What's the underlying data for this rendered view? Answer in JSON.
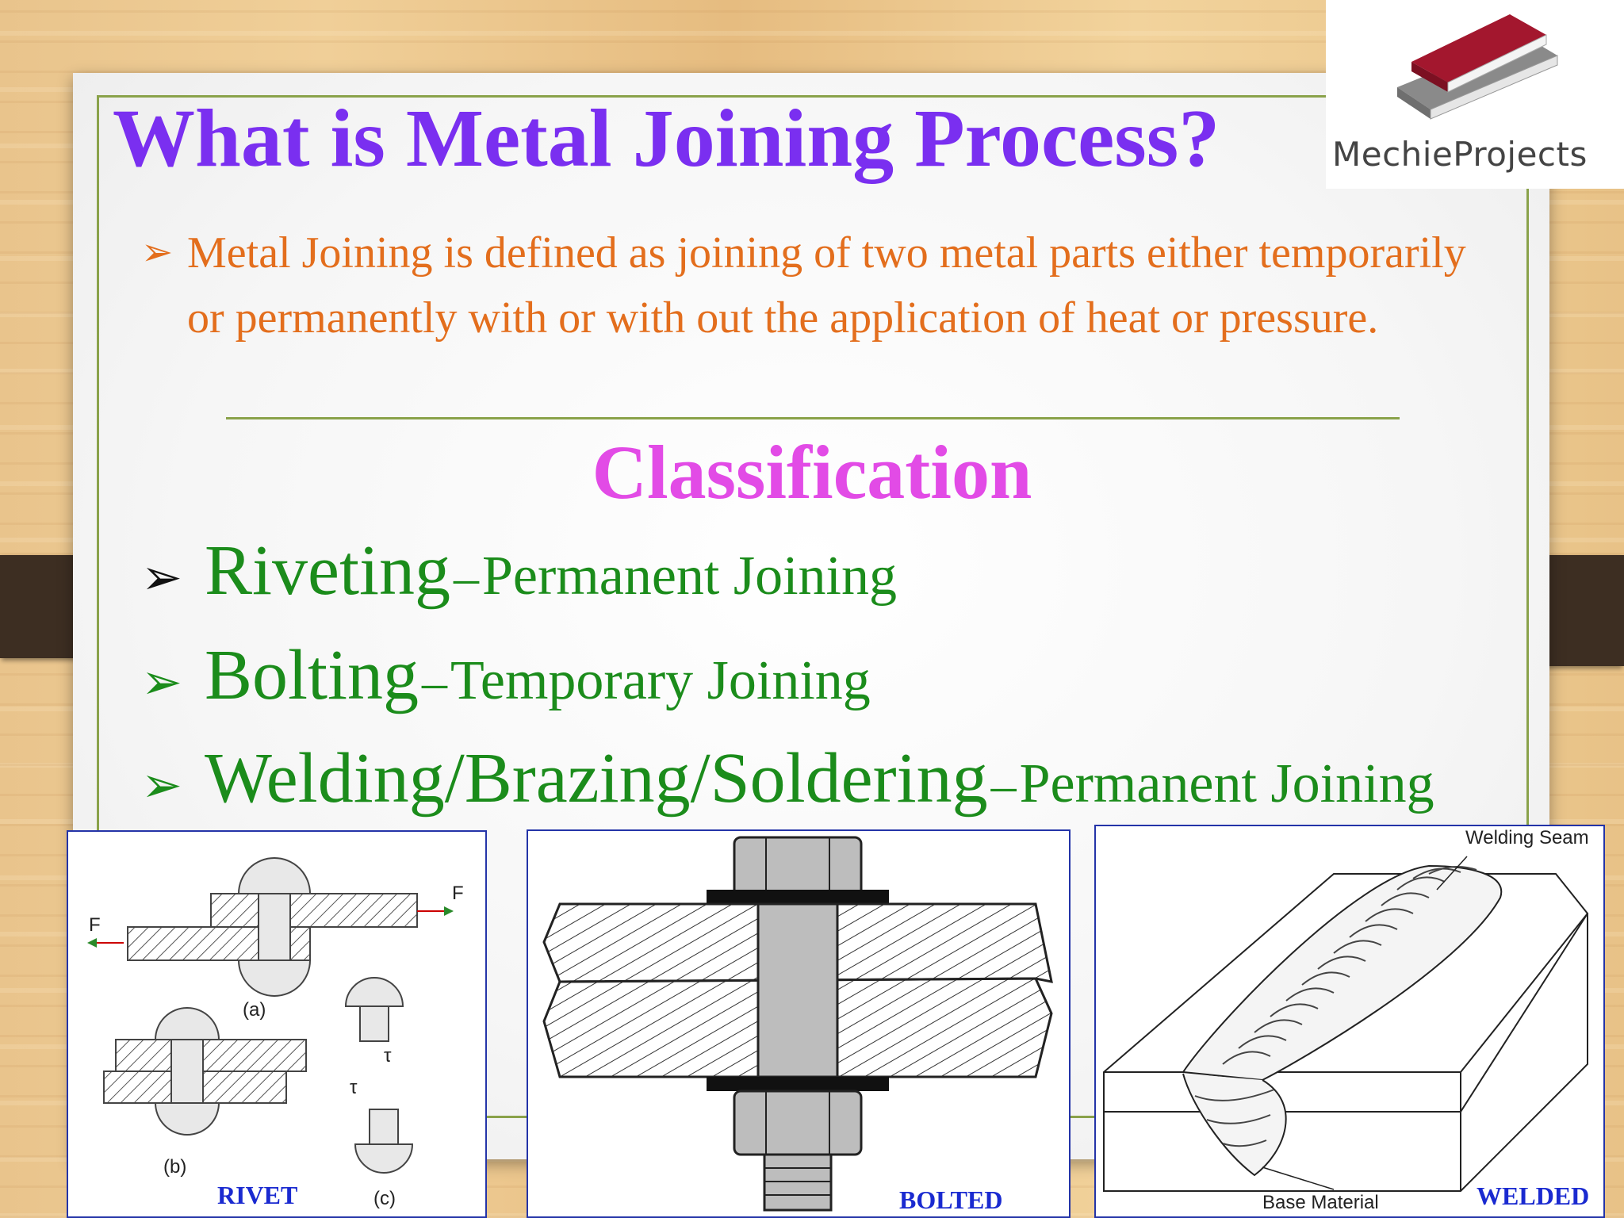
{
  "slide": {
    "title": "What is Metal Joining Process?",
    "definition": "Metal Joining is defined as  joining of  two metal parts either temporarily or permanently with or with out the application of  heat or pressure.",
    "classification_heading": "Classification",
    "items": [
      {
        "name": "Riveting",
        "dash": "–",
        "kind": "Permanent Joining"
      },
      {
        "name": "Bolting",
        "dash": "–",
        "kind": "Temporary Joining"
      },
      {
        "name": "Welding/Brazing/Soldering",
        "dash": "–",
        "kind": "Permanent Joining"
      }
    ],
    "bullet_glyph": "➢"
  },
  "logo": {
    "text": "MechieProjects"
  },
  "figures": {
    "rivet": {
      "caption": "RIVET",
      "label_a": "(a)",
      "label_b": "(b)",
      "label_c": "(c)",
      "force": "F",
      "tau": "τ"
    },
    "bolt": {
      "caption": "BOLTED"
    },
    "weld": {
      "caption": "WELDED",
      "seam_label": "Welding Seam",
      "base_label": "Base Material"
    }
  },
  "colors": {
    "title": "#7a2ff0",
    "definition": "#e36e1d",
    "classification": "#e24be6",
    "items": "#1b8c1b",
    "caption": "#1a2ad0",
    "frame": "#8aa24a"
  }
}
